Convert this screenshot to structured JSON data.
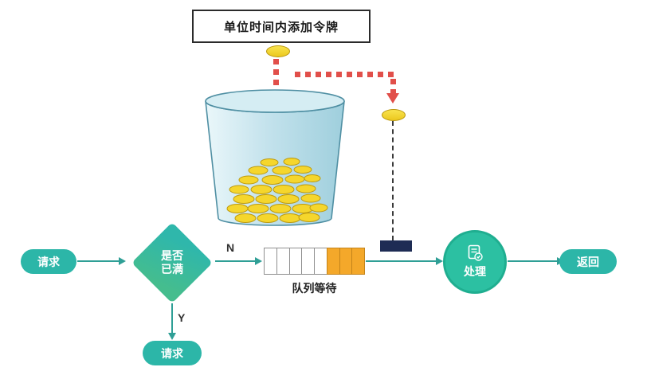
{
  "diagram": {
    "title": "单位时间内添加令牌",
    "start_label": "请求",
    "decision": {
      "line1": "是否",
      "line2": "已满"
    },
    "branch_no": "N",
    "branch_yes": "Y",
    "queue": {
      "label": "队列等待",
      "cells": [
        "empty",
        "empty",
        "empty",
        "empty",
        "empty",
        "filled",
        "filled",
        "filled"
      ]
    },
    "process_label": "处理",
    "return_label": "返回",
    "reject_label": "请求",
    "icons": {
      "bucket": "token-bucket-icon",
      "coin": "token-coin-icon",
      "document_check": "document-check-icon"
    },
    "colors": {
      "teal": "#2cb6a8",
      "arrow": "#2f9f96",
      "red_dash": "#e14f4a",
      "coin_fill": "#f2d12e",
      "queue_filled": "#f4a82a",
      "navy": "#1e2c54",
      "bucket_fill": "#bfe0e8"
    }
  }
}
